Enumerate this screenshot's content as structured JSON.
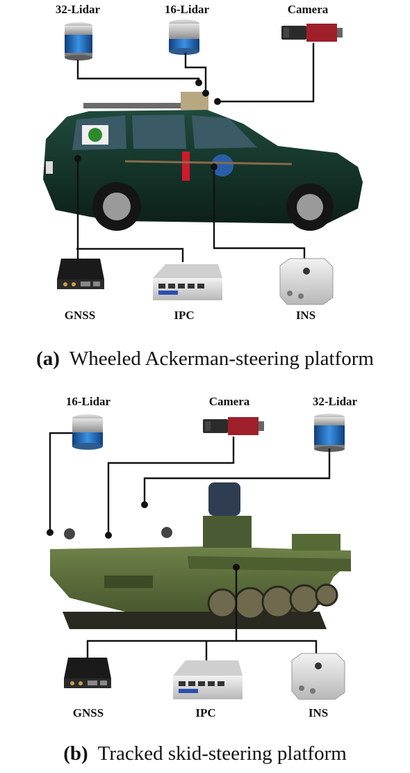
{
  "panels": [
    {
      "id": "a",
      "letter": "(a)",
      "caption": "Wheeled Ackerman-steering platform",
      "sensors": {
        "lidar32": "32-Lidar",
        "lidar16": "16-Lidar",
        "camera": "Camera"
      },
      "devices": {
        "gnss": "GNSS",
        "ipc": "IPC",
        "ins": "INS"
      }
    },
    {
      "id": "b",
      "letter": "(b)",
      "caption": "Tracked skid-steering platform",
      "sensors": {
        "lidar16": "16-Lidar",
        "camera": "Camera",
        "lidar32": "32-Lidar"
      },
      "devices": {
        "gnss": "GNSS",
        "ipc": "IPC",
        "ins": "INS"
      }
    }
  ],
  "colors": {
    "suv_body": "#143229",
    "tank_body": "#5b6f3b",
    "lidar_band": "#2a76c8",
    "camera_body": "#9e1f2a",
    "wire": "#111111"
  },
  "icons": {
    "lidar": "lidar-sensor-icon",
    "camera": "industrial-camera-icon",
    "gnss": "gnss-receiver-icon",
    "ipc": "industrial-pc-icon",
    "ins": "inertial-nav-icon"
  }
}
